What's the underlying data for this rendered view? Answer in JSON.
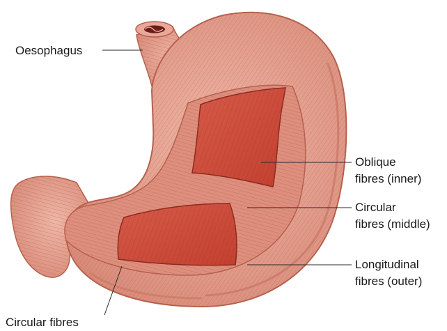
{
  "diagram": {
    "labels": {
      "oesophagus": "Oesophagus",
      "oblique_line1": "Oblique",
      "oblique_line2": "fibres (inner)",
      "circular_line1": "Circular",
      "circular_line2": "fibres (middle)",
      "longitudinal_line1": "Longitudinal",
      "longitudinal_line2": "fibres (outer)",
      "circular_bottom_line1": "Circular fibres"
    },
    "colors": {
      "outer_muscle": "#e9a898",
      "outer_edge": "#b8604e",
      "middle_muscle": "#dd8e7c",
      "inner_muscle": "#cf4a3a",
      "inner_muscle_dark": "#b8382c",
      "striation": "#b86a58",
      "label_text": "#1a1a1a"
    }
  }
}
